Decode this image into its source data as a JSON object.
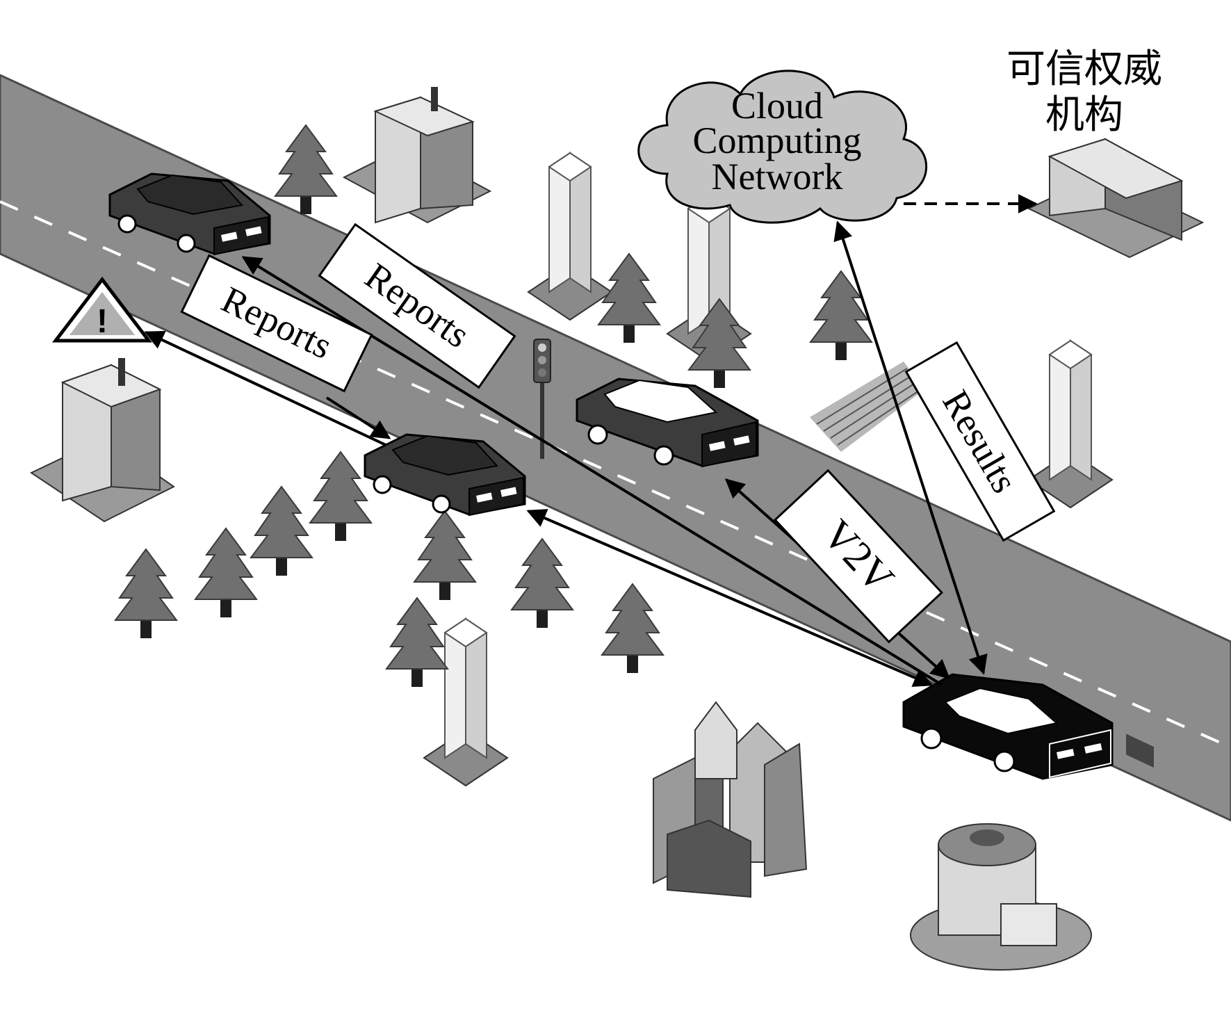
{
  "cloud": {
    "line1": "Cloud",
    "line2": "Computing",
    "line3": "Network"
  },
  "authority": {
    "line1": "可信权威",
    "line2": "机构"
  },
  "labels": {
    "reports_left": "Reports",
    "reports_upper": "Reports",
    "v2v": "V2V",
    "results": "Results"
  },
  "warning": {
    "symbol": "!"
  },
  "colors": {
    "road": "#8c8c8c",
    "road_edge": "#555555",
    "lane_dash": "#ffffff",
    "tree": "#707070",
    "trunk": "#1e1e1e",
    "car_dark": "#3c3c3c",
    "car_black": "#0a0a0a",
    "cloud": "#c4c4c4",
    "building_light": "#e8e8e8",
    "building_mid": "#a0a0a0",
    "building_dark": "#555555"
  }
}
